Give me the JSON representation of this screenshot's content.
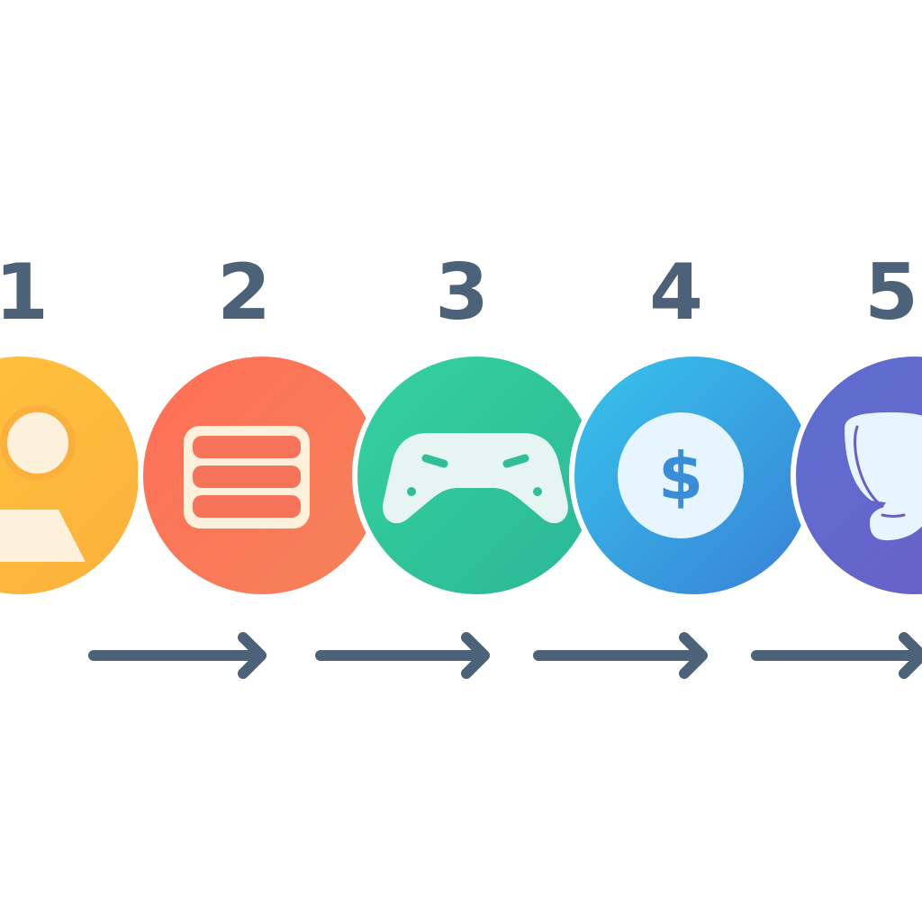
{
  "steps": [
    {
      "number": "1",
      "icon": "user-icon",
      "color_start": "#ffc53d",
      "color_end": "#fbb03b"
    },
    {
      "number": "2",
      "icon": "list-icon",
      "color_start": "#ff6f56",
      "color_end": "#f5825a"
    },
    {
      "number": "3",
      "icon": "gamepad-icon",
      "color_start": "#34d2a0",
      "color_end": "#2bb796"
    },
    {
      "number": "4",
      "icon": "dollar-coin-icon",
      "color_start": "#35c5ec",
      "color_end": "#3a7fd6"
    },
    {
      "number": "5",
      "icon": "trophy-icon",
      "color_start": "#5d6fd0",
      "color_end": "#6a5ec6"
    }
  ],
  "colors": {
    "number_text": "#4c6279",
    "arrow": "#4c6279",
    "icon_light": "#fdf1dc",
    "icon_light_blue": "#e6f5ff"
  },
  "arrow_count": 4
}
